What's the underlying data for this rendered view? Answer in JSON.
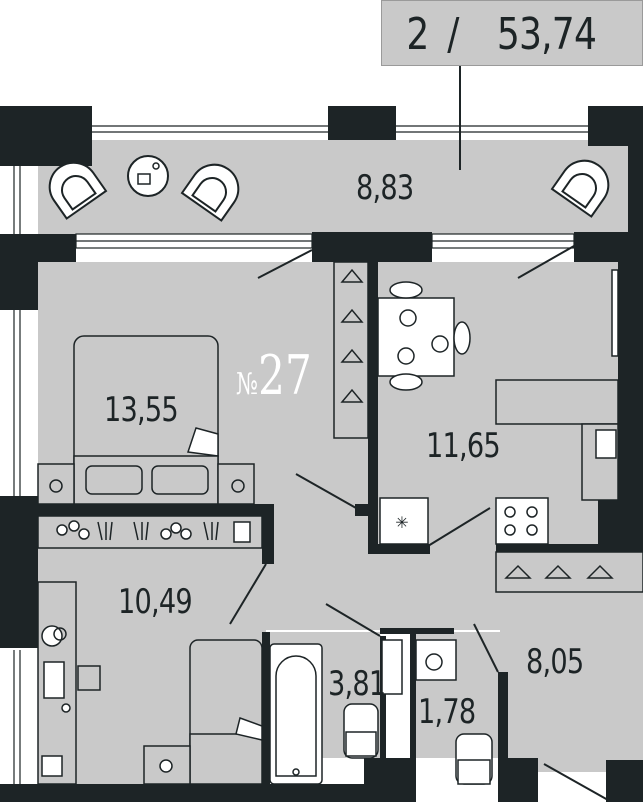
{
  "header": {
    "rooms": "2",
    "separator": "/",
    "total_area": "53,74"
  },
  "apartment": {
    "prefix": "№",
    "number": "27"
  },
  "rooms": {
    "balcony": "8,83",
    "bedroom": "13,55",
    "kitchen": "11,65",
    "second_room": "10,49",
    "bathroom": "3,81",
    "wc": "1,78",
    "hallway": "8,05"
  },
  "colors": {
    "wall": "#1d2426",
    "floor": "#c9c9c9",
    "line": "#1d2426",
    "number_text": "#ffffff"
  }
}
